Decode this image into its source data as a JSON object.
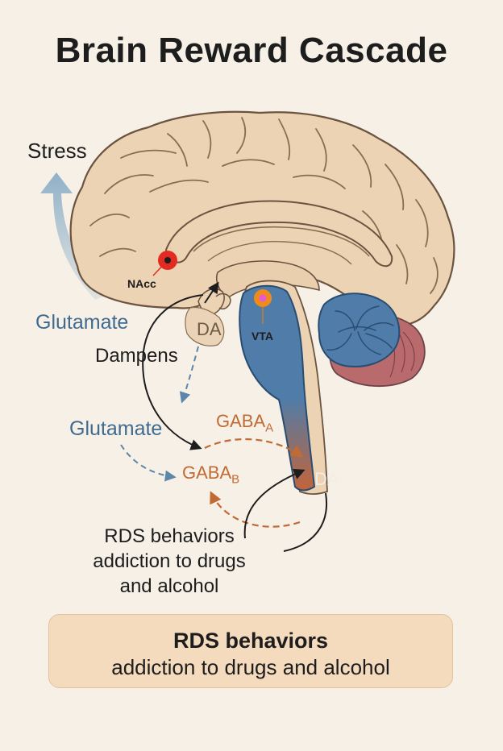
{
  "title": "Brain Reward Cascade",
  "labels": {
    "stress": "Stress",
    "glutamate_top": "Glutamate",
    "dampens": "Dampens",
    "glutamate_bottom": "Glutamate",
    "gaba_a": "GABA",
    "gaba_a_sub": "A",
    "gaba_b": "GABA",
    "gaba_b_sub": "B",
    "nacc": "NAcc",
    "da_upper": "DA",
    "vta": "VTA",
    "da_lower": "DA"
  },
  "rds_text": {
    "line1": "RDS behaviors",
    "line2": "addiction to drugs",
    "line3": "and alcohol"
  },
  "rds_box": {
    "heading": "RDS behaviors",
    "subtext": "addiction to drugs and alcohol"
  },
  "colors": {
    "background": "#f6f0e6",
    "cortex": "#ecd3b4",
    "cortex_outline": "#6b5340",
    "brainstem": "#4f7ca8",
    "cerebellum_inner": "#4f7ca8",
    "cerebellum_outer": "#b86a6c",
    "glutamate_blue": "#3f6b91",
    "gaba_orange": "#c06a34",
    "nacc_marker": "#e22b22",
    "vta_marker": "#f08a1c",
    "box_fill": "#f5dbbe"
  }
}
